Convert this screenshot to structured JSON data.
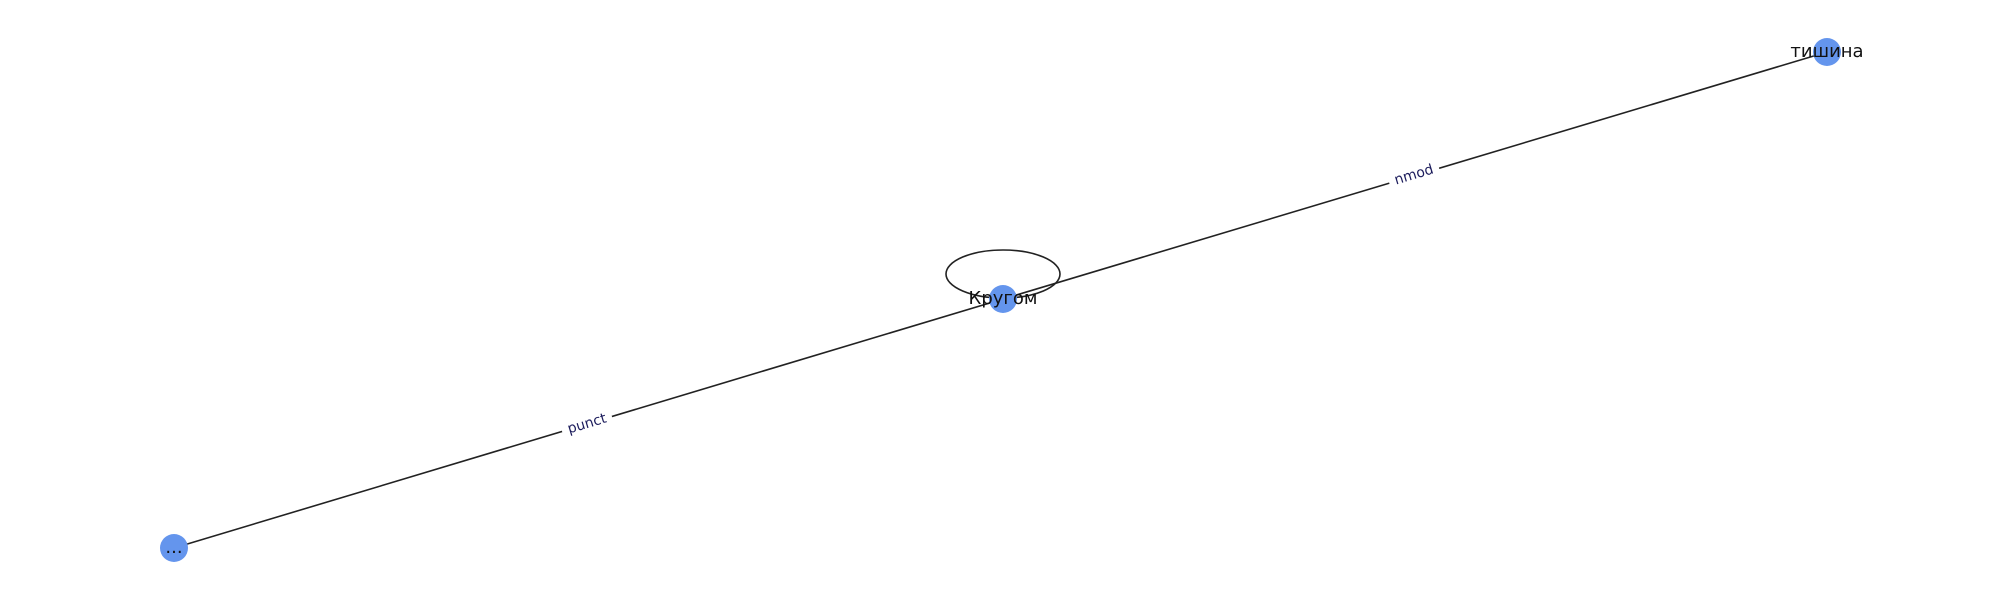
{
  "graph": {
    "node_color": "#6495ed",
    "edge_label_color": "#1c1c5c",
    "nodes": [
      {
        "id": "root",
        "label": "Кругом"
      },
      {
        "id": "n2",
        "label": "тишина"
      },
      {
        "id": "n3",
        "label": "..."
      }
    ],
    "edges": [
      {
        "source": "root",
        "target": "n2",
        "label": "nmod"
      },
      {
        "source": "root",
        "target": "n3",
        "label": "punct"
      },
      {
        "source": "root",
        "target": "root",
        "label": ""
      }
    ]
  }
}
